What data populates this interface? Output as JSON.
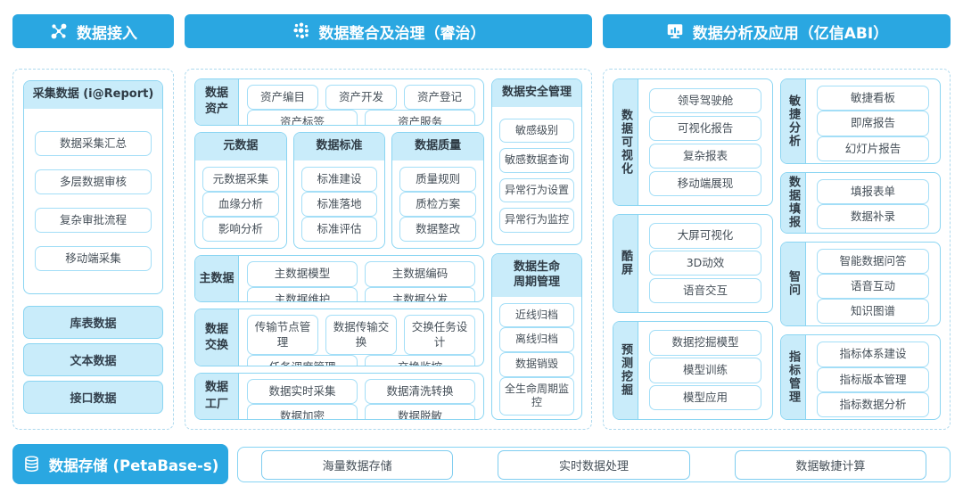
{
  "colors": {
    "header_blue": "#2aa7e1",
    "light_blue_fill": "#c9ecfa",
    "box_border": "#8ad5f2",
    "pill_border": "#a3def7",
    "text": "#454f58"
  },
  "headers": {
    "access": {
      "label": "数据接入",
      "icon": "network-icon"
    },
    "governance": {
      "label": "数据整合及治理（睿治）",
      "icon": "dots-cluster-icon"
    },
    "analysis": {
      "label": "数据分析及应用（亿信ABI）",
      "icon": "monitor-chart-icon"
    }
  },
  "access_panel": {
    "report_box": {
      "title": "采集数据 (i@Report)",
      "items": [
        "数据采集汇总",
        "多层数据审核",
        "复杂审批流程",
        "移动端采集"
      ]
    },
    "data_sources": [
      "库表数据",
      "文本数据",
      "接口数据"
    ]
  },
  "governance_panel": {
    "asset": {
      "label": "数据资产",
      "rows": [
        [
          "资产编目",
          "资产开发",
          "资产登记"
        ],
        [
          "资产标签",
          "资产服务"
        ]
      ]
    },
    "meta_cols": [
      {
        "title": "元数据",
        "items": [
          "元数据采集",
          "血缘分析",
          "影响分析"
        ]
      },
      {
        "title": "数据标准",
        "items": [
          "标准建设",
          "标准落地",
          "标准评估"
        ]
      },
      {
        "title": "数据质量",
        "items": [
          "质量规则",
          "质检方案",
          "数据整改"
        ]
      }
    ],
    "master": {
      "label": "主数据",
      "rows": [
        [
          "主数据模型",
          "主数据编码"
        ],
        [
          "主数据维护",
          "主数据分发"
        ]
      ]
    },
    "exchange": {
      "label": "数据交换",
      "rows": [
        [
          "传输节点管理",
          "数据传输交换",
          "交换任务设计"
        ],
        [
          "任务调度管理",
          "交换监控"
        ]
      ]
    },
    "factory": {
      "label": "数据工厂",
      "rows": [
        [
          "数据实时采集",
          "数据清洗转换"
        ],
        [
          "数据加密",
          "数据脱敏"
        ]
      ]
    },
    "security": {
      "title": "数据安全管理",
      "items": [
        "敏感级别",
        "敏感数据查询",
        "异常行为设置",
        "异常行为监控"
      ]
    },
    "lifecycle": {
      "title": "数据生命周期管理",
      "items": [
        "近线归档",
        "离线归档",
        "数据销毁",
        "全生命周期监控"
      ]
    }
  },
  "analysis_panel": {
    "left": [
      {
        "label": "数据可视化",
        "items": [
          "领导驾驶舱",
          "可视化报告",
          "复杂报表",
          "移动端展现"
        ]
      },
      {
        "label": "酷屏",
        "items": [
          "大屏可视化",
          "3D动效",
          "语音交互"
        ]
      },
      {
        "label": "预测挖掘",
        "items": [
          "数据挖掘模型",
          "模型训练",
          "模型应用"
        ]
      }
    ],
    "right": [
      {
        "label": "敏捷分析",
        "items": [
          "敏捷看板",
          "即席报告",
          "幻灯片报告"
        ]
      },
      {
        "label": "数据填报",
        "items": [
          "填报表单",
          "数据补录"
        ]
      },
      {
        "label": "智问",
        "items": [
          "智能数据问答",
          "语音互动",
          "知识图谱"
        ]
      },
      {
        "label": "指标管理",
        "items": [
          "指标体系建设",
          "指标版本管理",
          "指标数据分析"
        ]
      }
    ]
  },
  "storage_bar": {
    "label": "数据存储 (PetaBase-s)",
    "icon": "database-icon",
    "items": [
      "海量数据存储",
      "实时数据处理",
      "数据敏捷计算"
    ]
  }
}
